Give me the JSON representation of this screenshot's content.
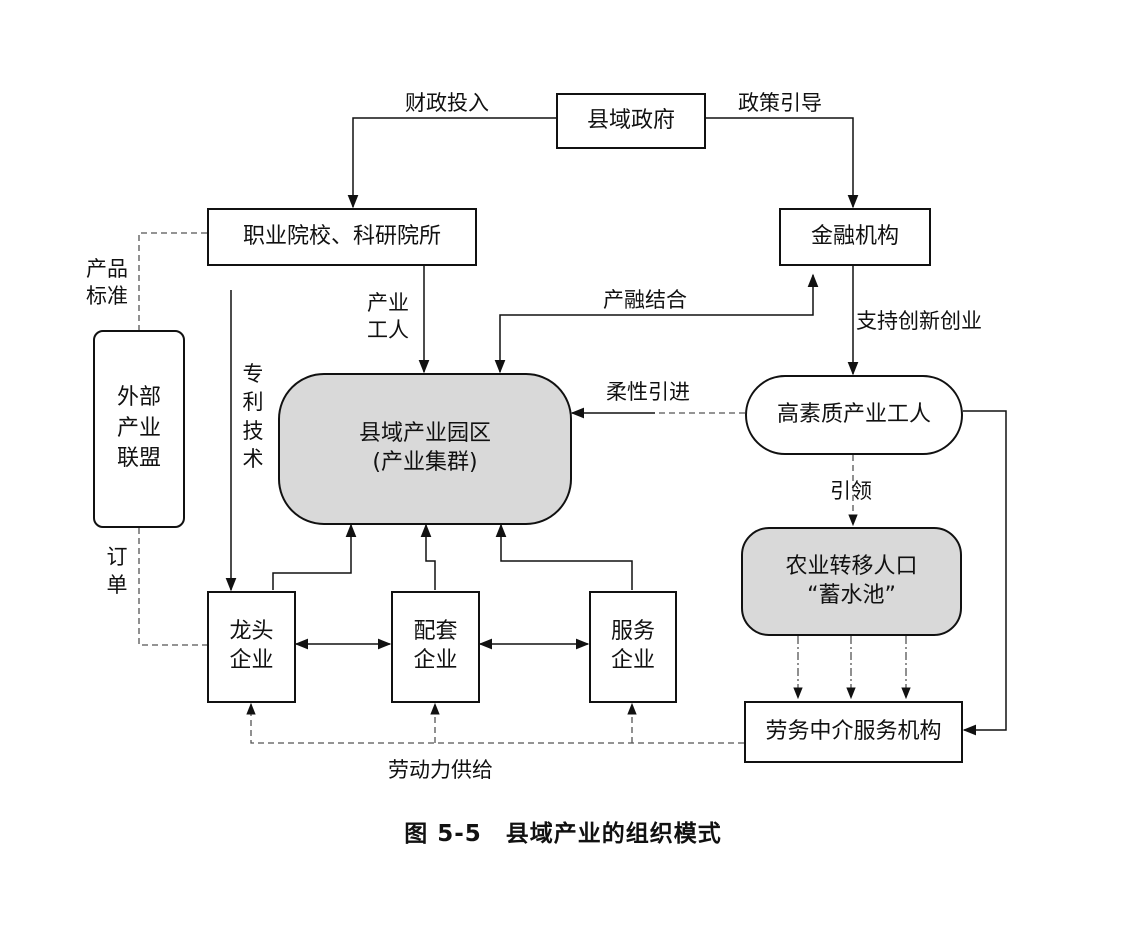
{
  "nodes": {
    "county_gov": "县域政府",
    "vocational": "职业院校、科研院所",
    "finance": "金融机构",
    "alliance": [
      "外部",
      "产业",
      "联盟"
    ],
    "park": [
      "县域产业园区",
      "(产业集群)"
    ],
    "workers": "高素质产业工人",
    "pool": [
      "农业转移人口",
      "“蓄水池”"
    ],
    "leading": [
      "龙头",
      "企业"
    ],
    "supporting": [
      "配套",
      "企业"
    ],
    "service": [
      "服务",
      "企业"
    ],
    "labor_agency": "劳务中介服务机构"
  },
  "edge_labels": {
    "fiscal": "财政投入",
    "policy": "政策引导",
    "product_std": [
      "产品",
      "标准"
    ],
    "industry_workers": [
      "产业",
      "工人"
    ],
    "integration": "产融结合",
    "support_innovation": "支持创新创业",
    "patent_tech": [
      "专",
      "利",
      "技",
      "术"
    ],
    "flexible": "柔性引进",
    "guide": "引领",
    "order": [
      "订",
      "单"
    ],
    "labor_supply": "劳动力供给"
  },
  "caption": "图 5-5　县域产业的组织模式",
  "colors": {
    "line": "#111111",
    "gray_fill": "#d9d9d9",
    "dash": "#555555"
  }
}
